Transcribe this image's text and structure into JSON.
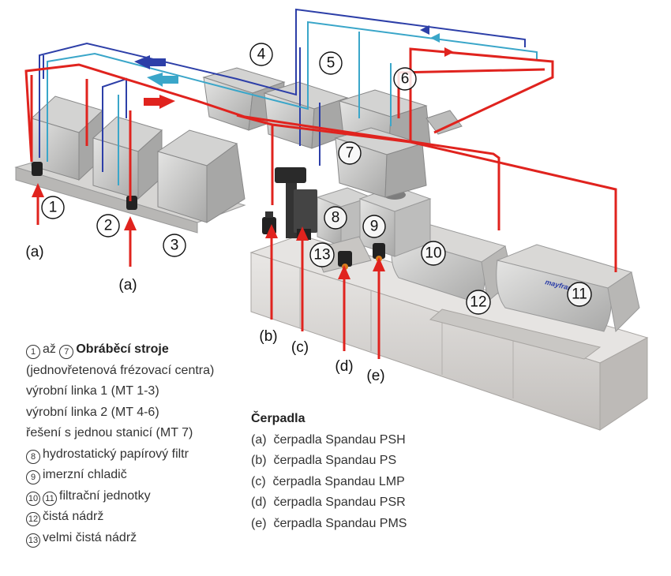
{
  "markers": {
    "m1": "1",
    "m2": "2",
    "m3": "3",
    "m4": "4",
    "m5": "5",
    "m6": "6",
    "m7": "7",
    "m8": "8",
    "m9": "9",
    "m10": "10",
    "m11": "11",
    "m12": "12",
    "m13": "13"
  },
  "pump_labels": {
    "a_left": "(a)",
    "a_mid": "(a)",
    "b": "(b)",
    "c": "(c)",
    "d": "(d)",
    "e": "(e)"
  },
  "brand": "mayfran",
  "legend_left": {
    "line1_n1": "1",
    "line1_join": "až",
    "line1_n2": "7",
    "line1_title": "Obráběcí stroje",
    "line2": "(jednovřetenová frézovací centra)",
    "line3": "výrobní linka 1 (MT 1-3)",
    "line4": "výrobní linka 2 (MT 4-6)",
    "line5": "řešení s jednou stanicí (MT 7)",
    "line6_n": "8",
    "line6_text": "hydrostatický papírový filtr",
    "line7_n": "9",
    "line7_text": "imerzní chladič",
    "line8_n1": "10",
    "line8_n2": "11",
    "line8_text": "filtrační jednotky",
    "line9_n": "12",
    "line9_text": "čistá nádrž",
    "line10_n": "13",
    "line10_text": "velmi čistá nádrž"
  },
  "legend_right": {
    "title": "Čerpadla",
    "items": [
      {
        "tag": "(a)",
        "text": "čerpadla Spandau PSH"
      },
      {
        "tag": "(b)",
        "text": "čerpadla Spandau PS"
      },
      {
        "tag": "(c)",
        "text": "čerpadla Spandau LMP"
      },
      {
        "tag": "(d)",
        "text": "čerpadla Spandau PSR"
      },
      {
        "tag": "(e)",
        "text": "čerpadla Spandau PMS"
      }
    ]
  },
  "colors": {
    "pipe_red": "#e0231e",
    "pipe_blue": "#2d3fa8",
    "pipe_cyan": "#3aa6c9",
    "machine_grey": "#cfd0d0",
    "tank_grey": "#dcdad8"
  }
}
